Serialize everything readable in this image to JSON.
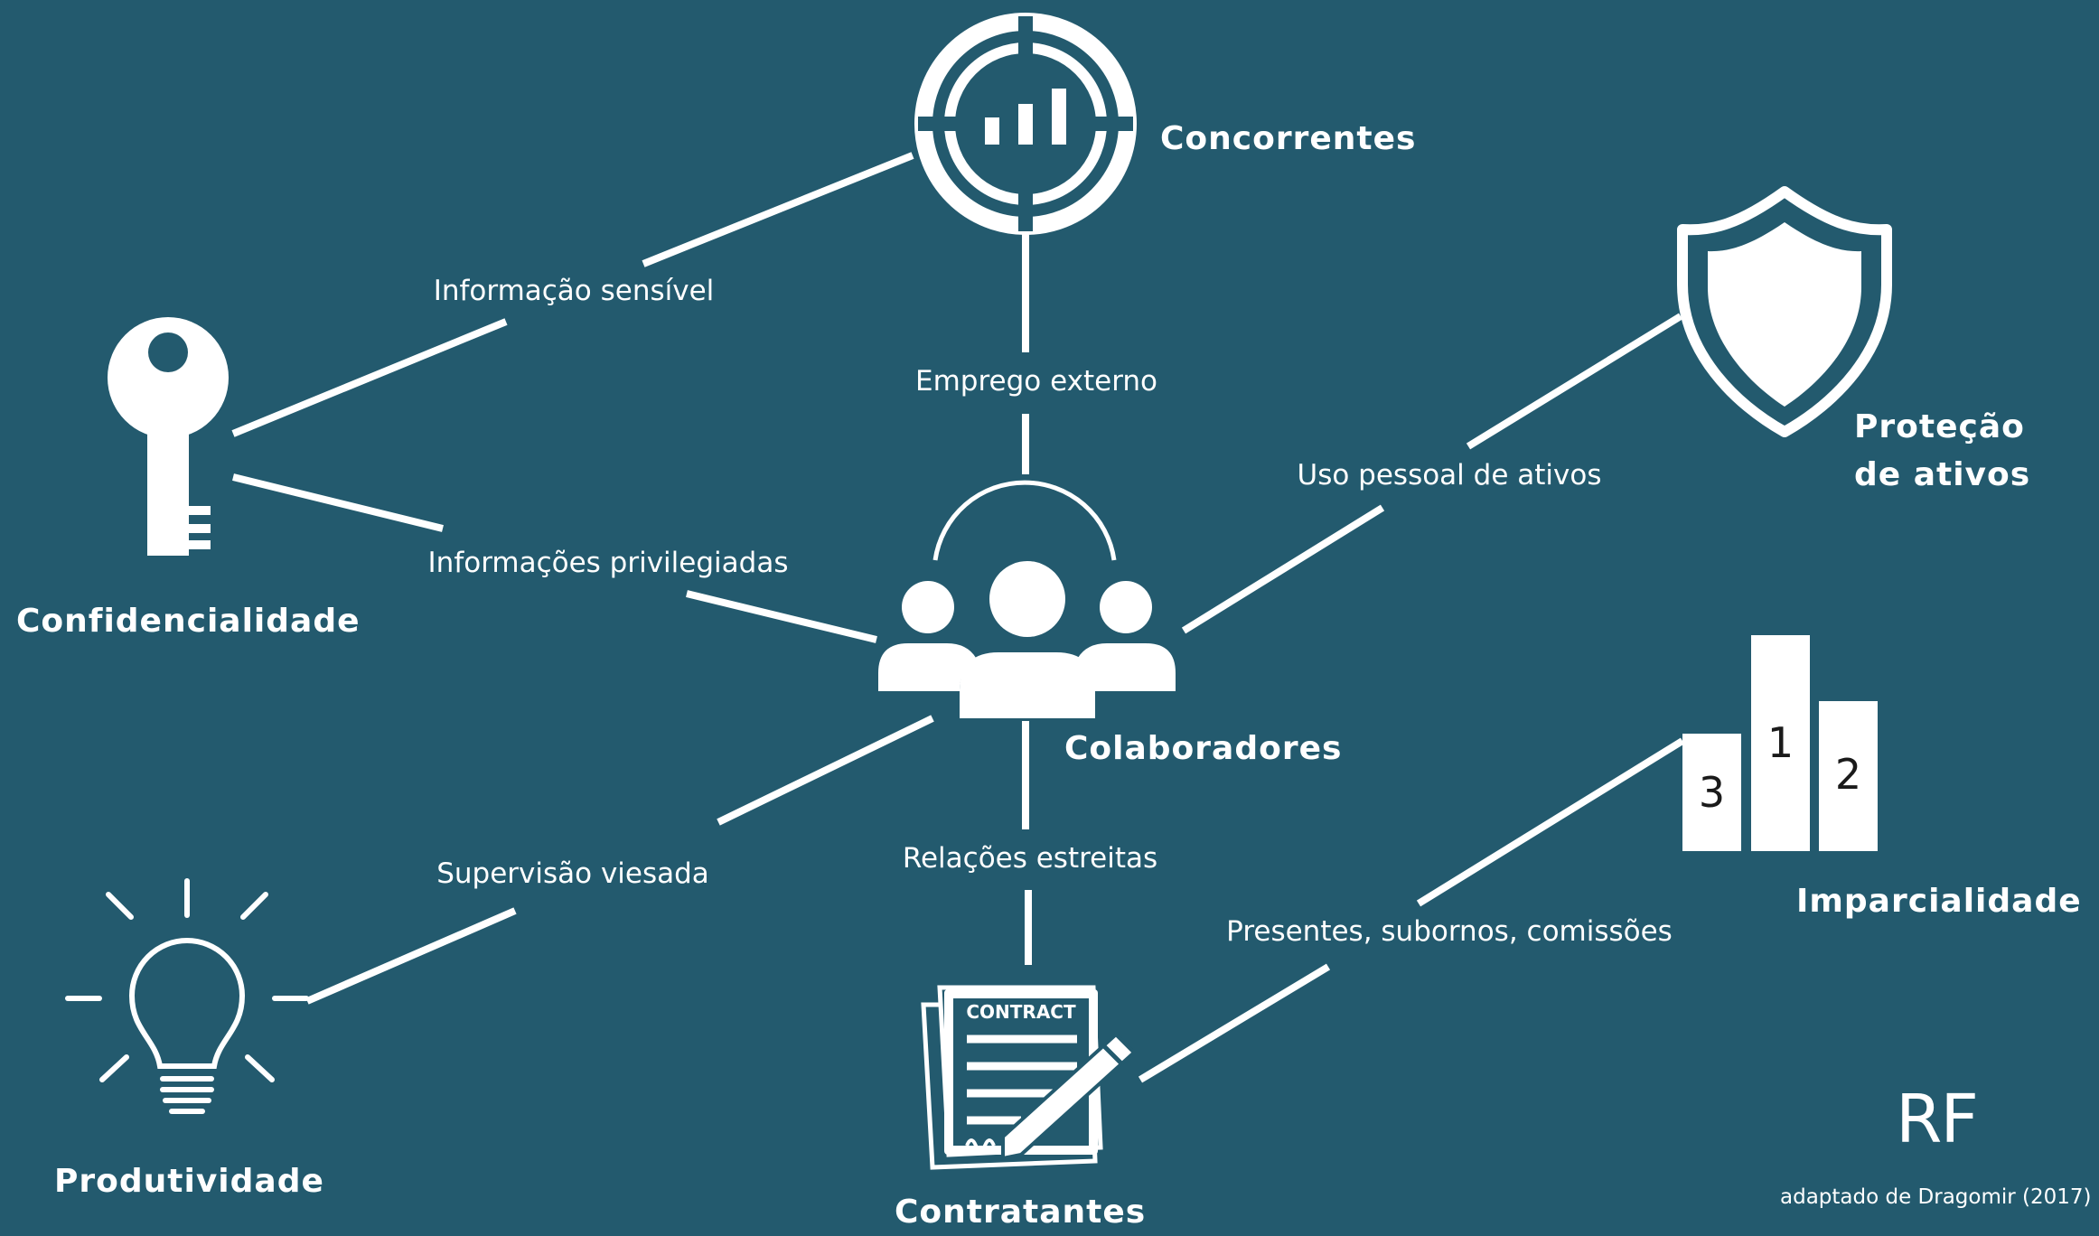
{
  "colors": {
    "background": "#235a6e",
    "foreground": "#ffffff"
  },
  "nodes": {
    "concorrentes": {
      "label": "Concorrentes",
      "icon": "target-chart-icon"
    },
    "confidencialidade": {
      "label": "Confidencialidade",
      "icon": "key-icon"
    },
    "protecao_ativos": {
      "label_line1": "Proteção",
      "label_line2": "de ativos",
      "icon": "shield-icon"
    },
    "colaboradores": {
      "label": "Colaboradores",
      "icon": "people-group-icon"
    },
    "imparcialidade": {
      "label": "Imparcialidade",
      "icon": "podium-icon",
      "podium": [
        "3",
        "1",
        "2"
      ]
    },
    "produtividade": {
      "label": "Produtividade",
      "icon": "lightbulb-icon"
    },
    "contratantes": {
      "label": "Contratantes",
      "icon": "contract-icon",
      "document_title": "CONTRACT"
    }
  },
  "edges": {
    "informacao_sensivel": "Informação sensível",
    "emprego_externo": "Emprego externo",
    "uso_pessoal": "Uso pessoal de ativos",
    "informacoes_privilegiadas": "Informações privilegiadas",
    "supervisao_viesada": "Supervisão viesada",
    "relacoes_estreitas": "Relações estreitas",
    "presentes": "Presentes, subornos, comissões"
  },
  "logo": "RF",
  "credit": "adaptado de Dragomir (2017)"
}
